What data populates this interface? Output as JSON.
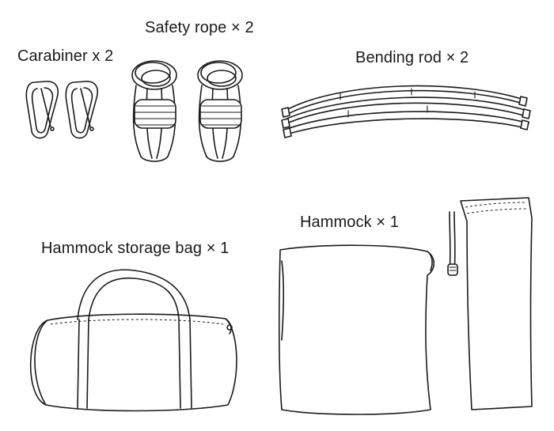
{
  "labels": {
    "carabiner": "Carabiner x 2",
    "safety_rope": "Safety rope × 2",
    "bending_rod": "Bending rod × 2",
    "storage_bag": "Hammock storage bag × 1",
    "hammock": "Hammock × 1"
  }
}
